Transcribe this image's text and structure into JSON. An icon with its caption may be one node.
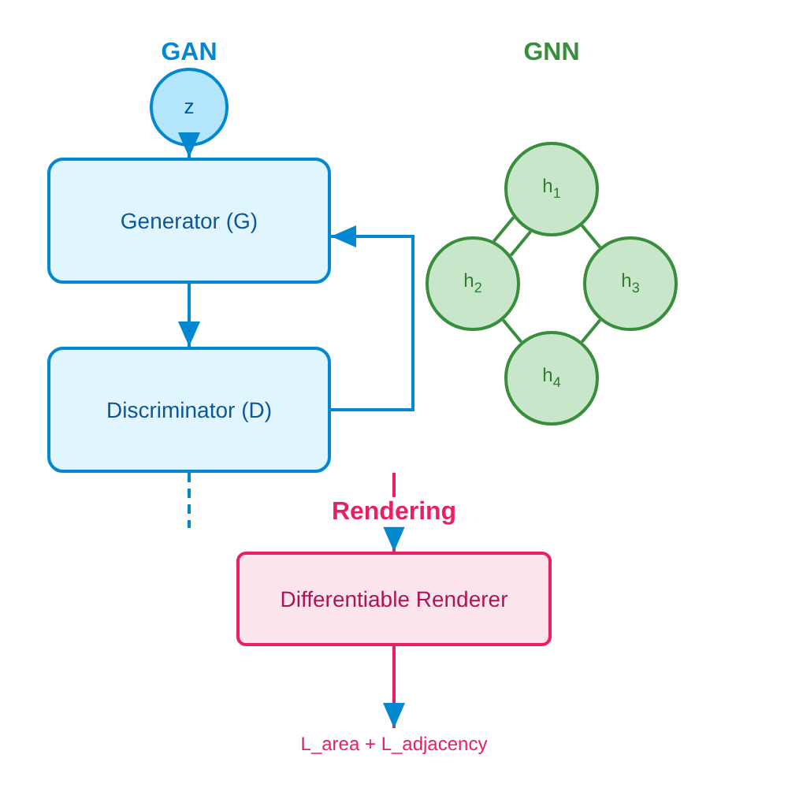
{
  "diagram": {
    "nodes": [
      {
        "text": [
          "z"
        ]
      },
      {
        "text": [
          "Generator (G)"
        ]
      },
      {
        "text": [
          "Discriminator (D)"
        ]
      },
      {
        "text": [
          "h$_{1}$"
        ]
      },
      {
        "text": [
          "h$_{2}$"
        ]
      },
      {
        "text": [
          "h$_{3}$"
        ]
      },
      {
        "text": [
          "h$_{4}$"
        ]
      },
      {
        "text": [
          "Differentiable Renderer"
        ]
      },
      {
        "text": [
          "L_area + L_adjacency"
        ]
      }
    ],
    "edges": [
      {
        "from": 0,
        "to": 1,
        "arrow": "to",
        "color": "#0288d1"
      },
      {
        "from": 1,
        "to": 2,
        "arrow": "to",
        "color": "#0288d1"
      },
      {
        "from": 2,
        "to": 1,
        "arrow": "to",
        "color": "#0288d1"
      },
      {
        "from": 2,
        "to": null,
        "arrow": "none",
        "style": "dashed",
        "color": "#0288d1"
      },
      {
        "from": null,
        "to": 7,
        "arrow": "to",
        "label": "Rendering",
        "color": "#e91e63"
      },
      {
        "from": 7,
        "to": 8,
        "arrow": "to",
        "color": "#e91e63"
      },
      {
        "from": 4,
        "to": 3,
        "arrow": "none",
        "color": "#388e3c"
      },
      {
        "from": 4,
        "to": 3,
        "arrow": "none",
        "color": "#388e3c"
      },
      {
        "from": 3,
        "to": 5,
        "arrow": "none",
        "color": "#388e3c"
      },
      {
        "from": 4,
        "to": 6,
        "arrow": "none",
        "color": "#388e3c"
      },
      {
        "from": 6,
        "to": 5,
        "arrow": "none",
        "color": "#388e3c"
      }
    ],
    "labels": [
      "GAN",
      "GNN"
    ]
  }
}
